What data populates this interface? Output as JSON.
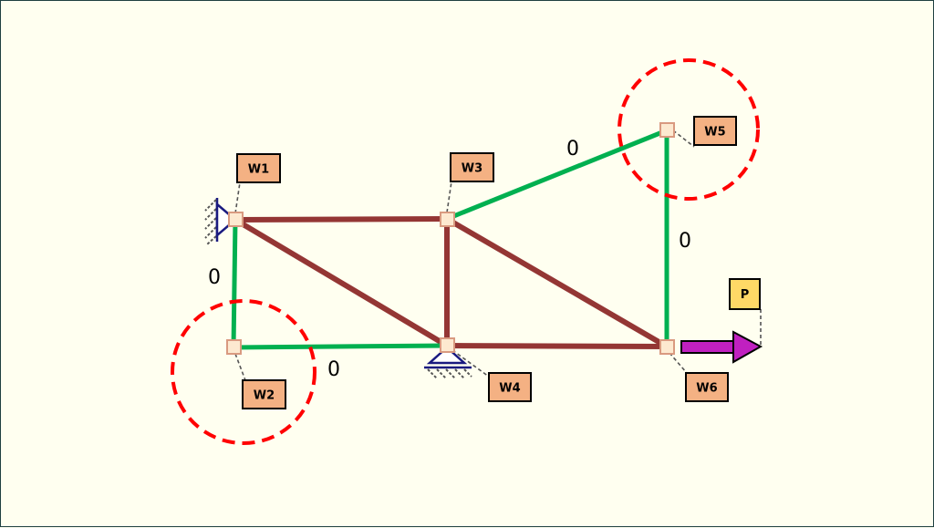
{
  "colors": {
    "background": "#fffff0",
    "zero_force_member": "#00b050",
    "loaded_member": "#943634",
    "highlight_circle": "#ff0000",
    "node_fill": "#fde9d0",
    "node_stroke": "#d99a80",
    "label_fill": "#f4b183",
    "load_label_fill": "#ffd966",
    "load_arrow": "#c020c0",
    "support": "#1a1a80"
  },
  "nodes": {
    "W1": "W1",
    "W2": "W2",
    "W3": "W3",
    "W4": "W4",
    "W5": "W5",
    "W6": "W6"
  },
  "load_label": "P",
  "zero_labels": [
    "0",
    "0",
    "0",
    "0"
  ],
  "members": [
    {
      "from": "W1",
      "to": "W3",
      "type": "loaded"
    },
    {
      "from": "W1",
      "to": "W4",
      "type": "loaded"
    },
    {
      "from": "W3",
      "to": "W4",
      "type": "loaded"
    },
    {
      "from": "W3",
      "to": "W6",
      "type": "loaded"
    },
    {
      "from": "W4",
      "to": "W6",
      "type": "loaded"
    },
    {
      "from": "W1",
      "to": "W2",
      "type": "zero"
    },
    {
      "from": "W2",
      "to": "W4",
      "type": "zero"
    },
    {
      "from": "W3",
      "to": "W5",
      "type": "zero"
    },
    {
      "from": "W5",
      "to": "W6",
      "type": "zero"
    }
  ],
  "highlighted_nodes": [
    "W2",
    "W5"
  ]
}
